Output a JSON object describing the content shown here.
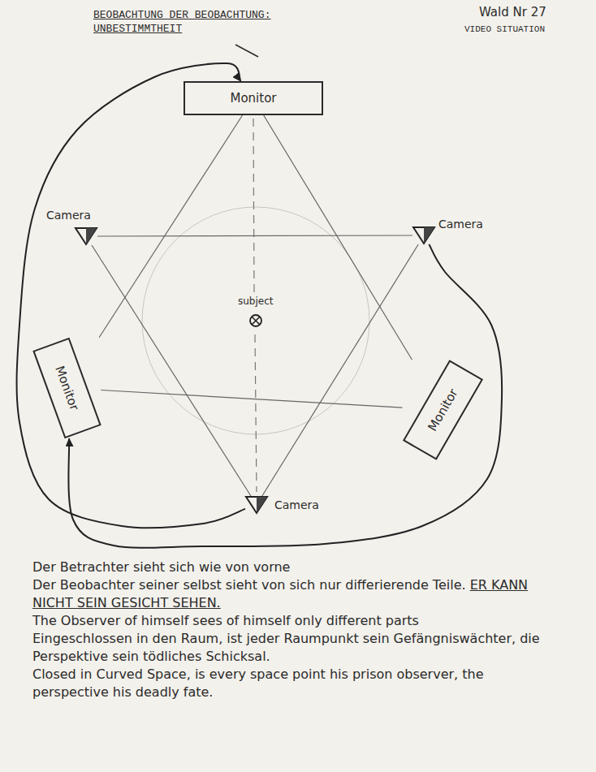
{
  "diagram": {
    "title": "BEOBACHTUNG DER BEOBACHTUNG: UNBESTIMMTHEIT",
    "nodes": [
      {
        "text": [
          "Monitor"
        ]
      },
      {
        "text": [
          "Camera"
        ]
      },
      {
        "text": [
          "Camera"
        ]
      },
      {
        "text": [
          "subject"
        ]
      },
      {
        "text": [
          "Monitor"
        ]
      },
      {
        "text": [
          "Monitor"
        ]
      },
      {
        "text": [
          "Camera"
        ]
      }
    ],
    "edges": [
      {
        "from": 0,
        "to": 4,
        "arrow": "none"
      },
      {
        "from": 4,
        "to": 5,
        "arrow": "none"
      },
      {
        "from": 5,
        "to": 0,
        "arrow": "none"
      },
      {
        "from": 1,
        "to": 2,
        "arrow": "none"
      },
      {
        "from": 2,
        "to": 6,
        "arrow": "none"
      },
      {
        "from": 6,
        "to": 1,
        "arrow": "none"
      },
      {
        "from": 6,
        "to": 0,
        "arrow": "to"
      },
      {
        "from": 2,
        "to": 4,
        "arrow": "to"
      }
    ],
    "labels": [
      "Wald Nr 27",
      "VIDEO SITUATION",
      "Der Betrachter sieht sich wie von vorne",
      "Der Beobachter seiner selbst sieht von sich nur differierende Teile.",
      "ER KANN NICHT SEIN GESICHT SEHEN.",
      "The Observer of himself sees of himself only different parts",
      "Eingeschlossen in den Raum, ist jeder Raumpunkt sein Gefängniswächter, die Perspektive sein tödliches Schicksal.",
      "Closed in Curved Space, is every space point his prison observer, the perspective his deadly fate."
    ]
  }
}
